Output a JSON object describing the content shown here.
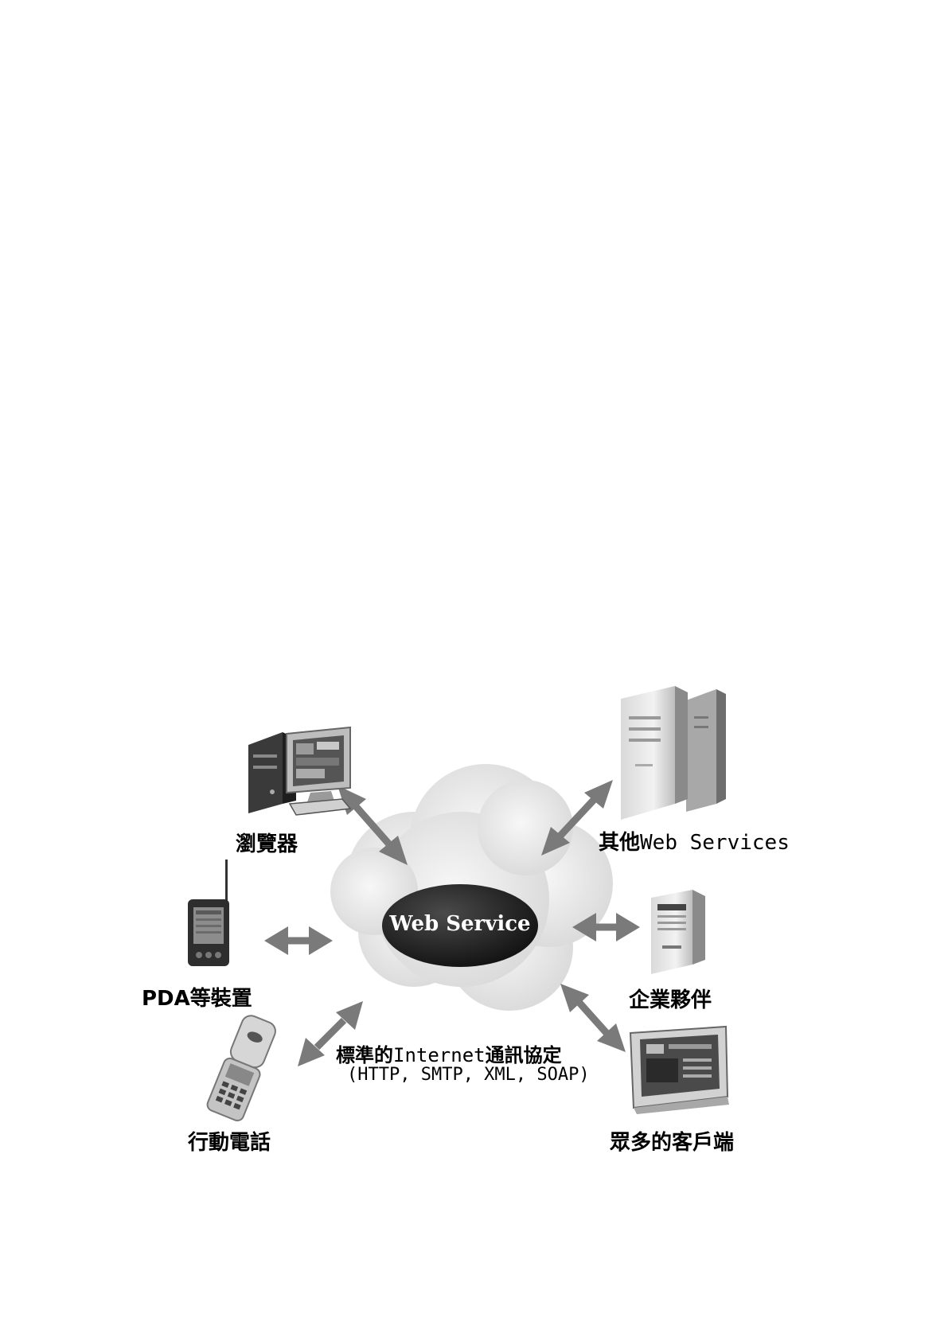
{
  "diagram": {
    "center": {
      "label": "Web Service"
    },
    "nodes": {
      "browser": {
        "label": "瀏覽器"
      },
      "other_services": {
        "label_cjk": "其他",
        "label_latin": "Web Services"
      },
      "pda": {
        "label": "PDA等裝置"
      },
      "partner": {
        "label": "企業夥伴"
      },
      "phone": {
        "label": "行動電話"
      },
      "clients": {
        "label": "眾多的客戶端"
      }
    },
    "protocol": {
      "line1_cjk_a": "標準的",
      "line1_latin": "Internet",
      "line1_cjk_b": "通訊協定",
      "line2": "(HTTP, SMTP, XML, SOAP)"
    },
    "colors": {
      "arrow": "#7a7a7a",
      "ellipse": "#1e1e1e",
      "cloud": "#e6e6e6"
    }
  }
}
